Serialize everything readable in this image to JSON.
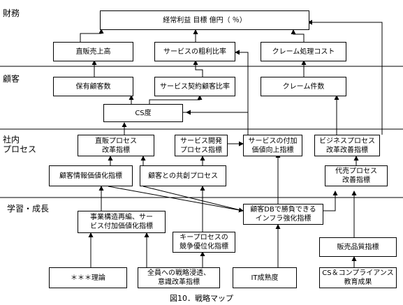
{
  "sections": {
    "finance": "財務",
    "customer": "顧客",
    "internal": "社内\nプロセス",
    "learning": "学習・成長"
  },
  "boxes": {
    "profit": "経常利益 目標 億円（ ％）",
    "direct_sales": "直販売上高",
    "service_margin": "サービスの粗利比率",
    "claim_cost": "クレーム処理コスト",
    "customer_count": "保有顧客数",
    "service_contract": "サービス契約顧客比率",
    "claim_count": "クレーム件数",
    "cs": "CS度",
    "direct_process": "直販プロセス\n改革指標",
    "service_dev": "サービス開発\nプロセス指標",
    "service_value": "サービスの付加\n価値向上指標",
    "business_process": "ビジネスプロセス\n改革改善指標",
    "customer_info": "顧客情報価値化指標",
    "co_creation": "顧客との共創プロセス",
    "agency_process": "代売プロセス\n改善指標",
    "restructure": "事業構造再編、サー\nビス付加価値化指標",
    "customer_db": "顧客DBで勝負できる\nインフラ強化指標",
    "key_process": "キープロセスの\n競争優位化指標",
    "sales_quality": "販売品質指標",
    "theory": "＊＊＊理論",
    "strategy": "全員への戦略浸透、\n意識改革指標",
    "it_maturity": "IT成熟度",
    "cs_compliance": "CS＆コンプライアンス\n教育成果"
  },
  "caption": "図10．戦略マップ"
}
